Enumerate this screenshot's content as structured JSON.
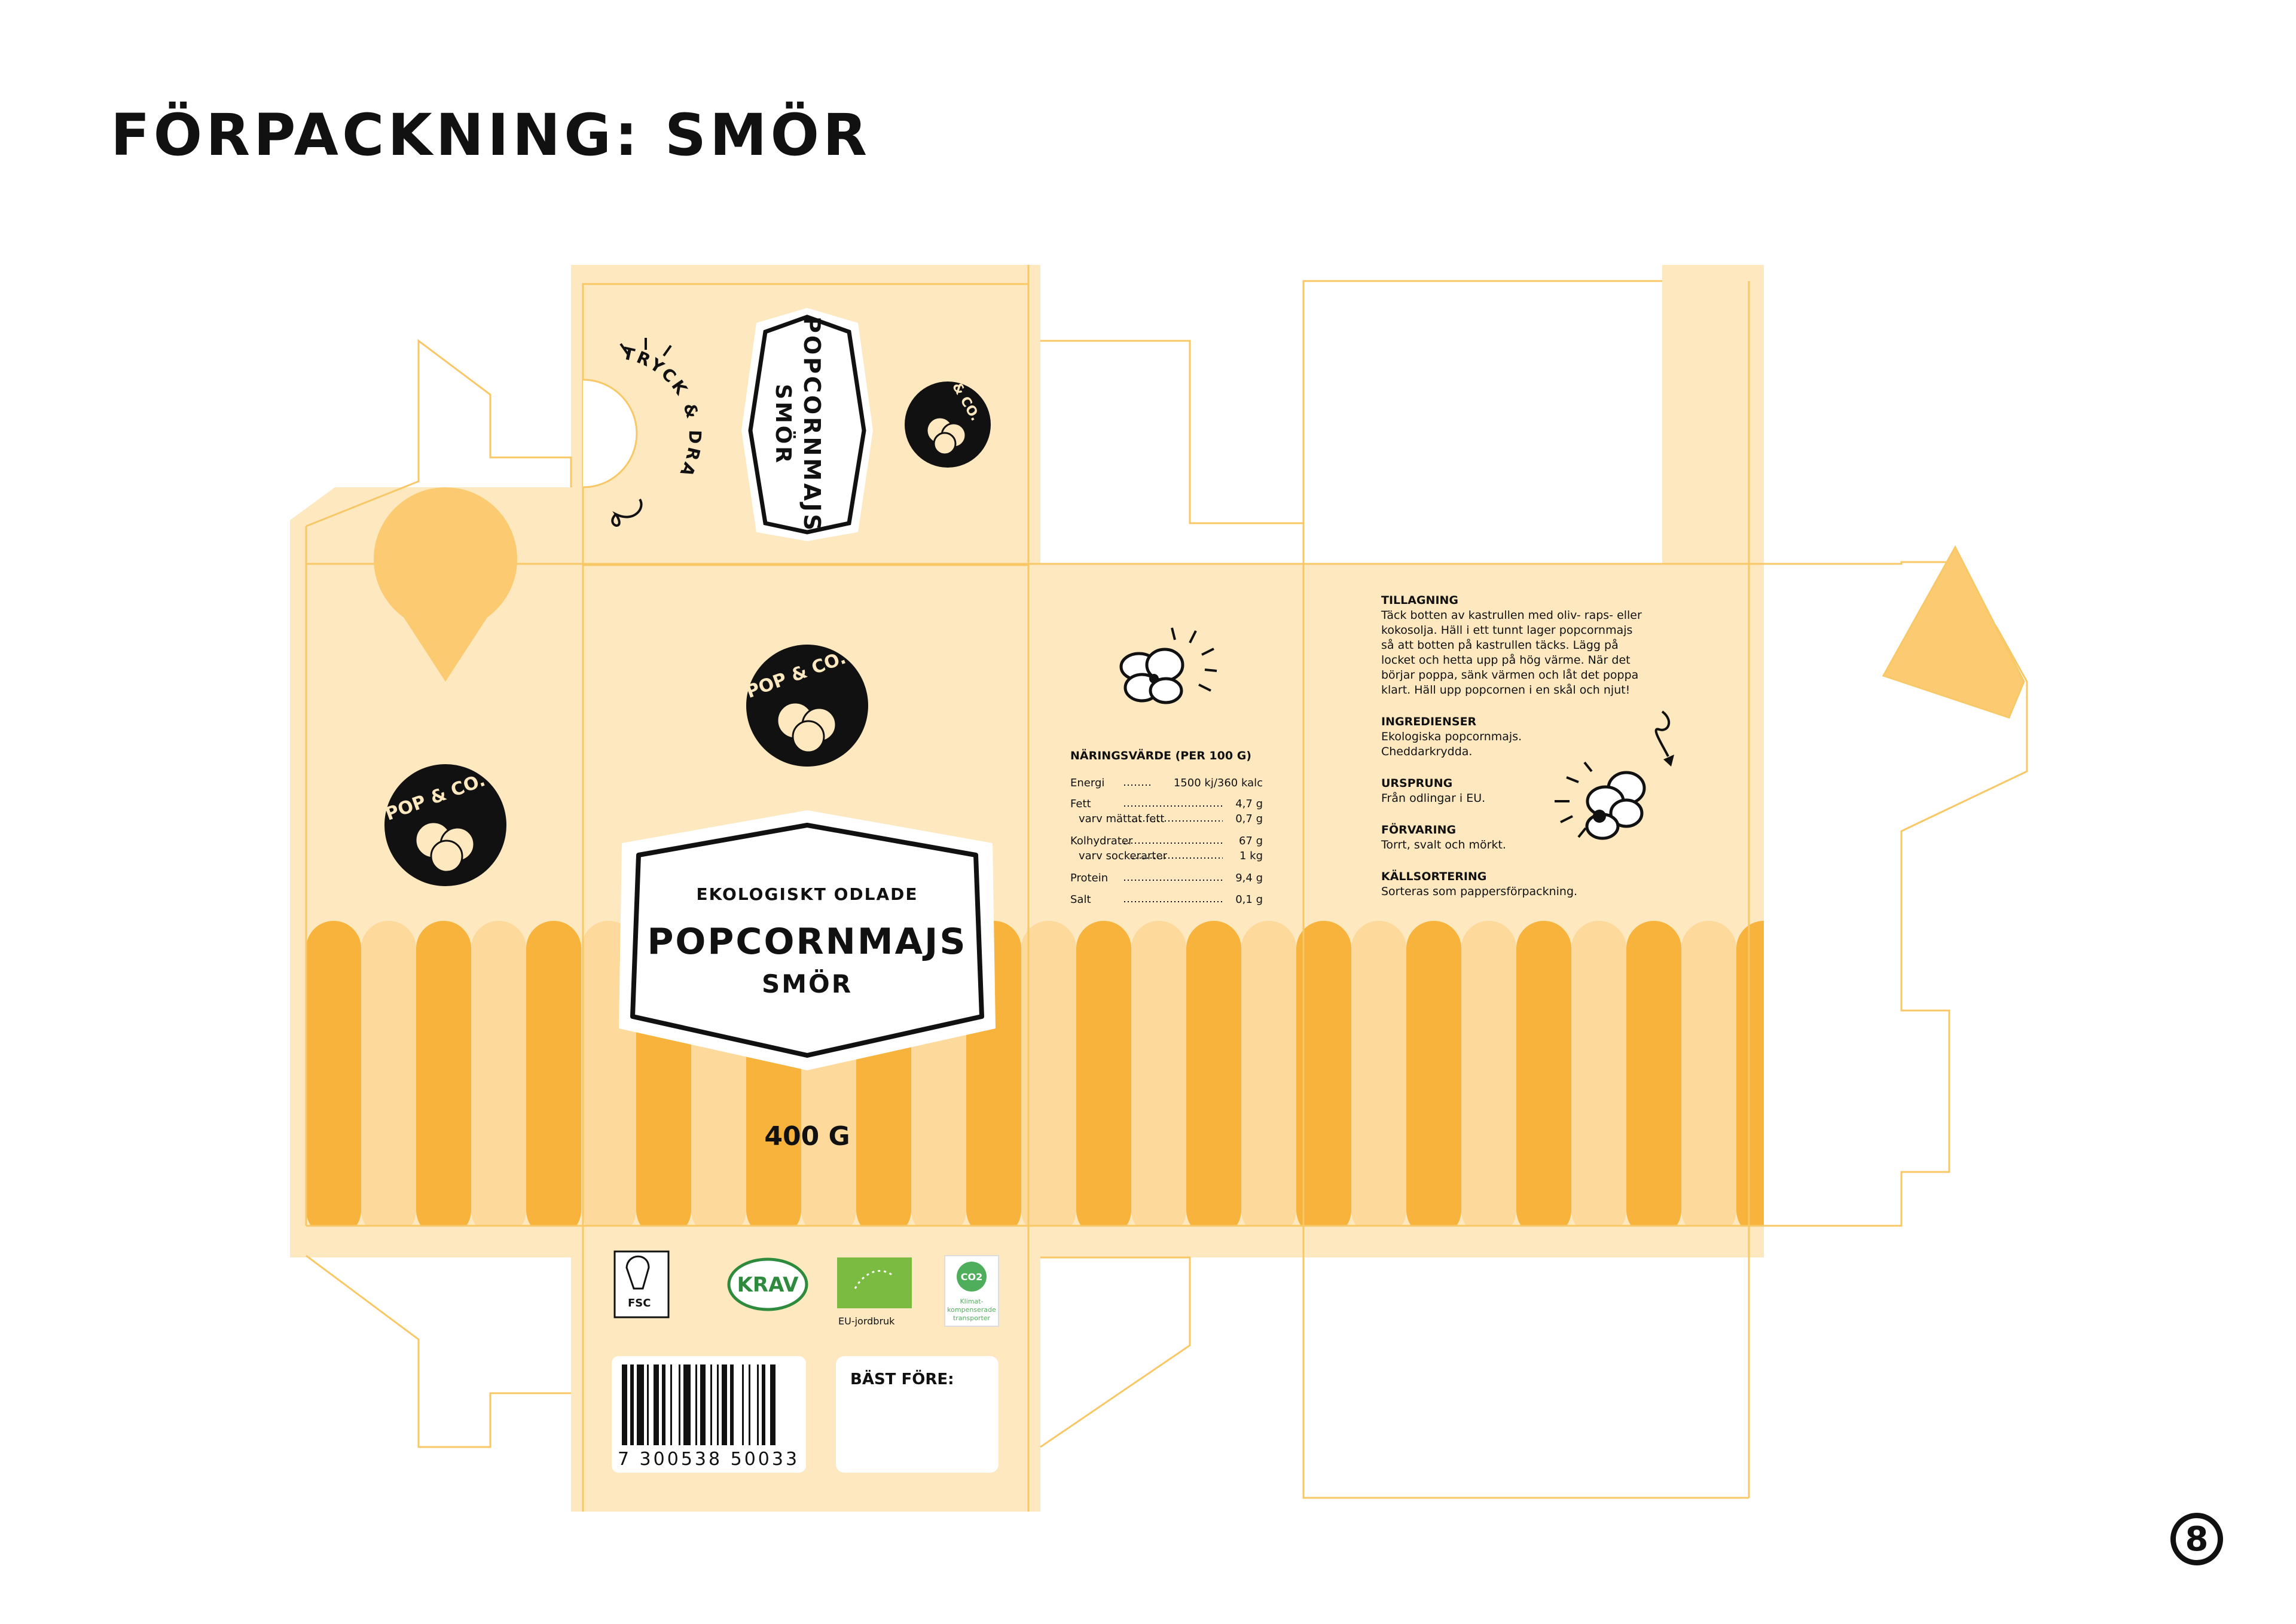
{
  "title": "FÖRPACKNING: SMÖR",
  "page_number": "8",
  "colors": {
    "panel": "#fde8bf",
    "stripe_dark": "#f7b33b",
    "stripe_mid": "#fccb71",
    "stripe_light": "#fdd99b",
    "outline": "#f8c766",
    "ink": "#111111"
  },
  "top_flap": {
    "product_line1": "POPCORNMAJS",
    "product_line2": "SMÖR",
    "tear_text": "TRYCK & DRA",
    "brand": "POP & CO."
  },
  "front": {
    "tagline": "EKOLOGISKT ODLADE",
    "product": "POPCORNMAJS",
    "flavor": "SMÖR",
    "weight": "400 G",
    "brand": "POP & CO."
  },
  "side_left": {
    "brand": "POP & CO."
  },
  "nutrition": {
    "heading": "NÄRINGSVÄRDE (PER 100 G)",
    "rows": [
      {
        "label": "Energi",
        "value": "1500 kj/360 kalc"
      },
      {
        "label": "Fett",
        "value": "4,7 g"
      },
      {
        "label": "varv mättat fett",
        "value": "0,7 g"
      },
      {
        "label": "Kolhydrater",
        "value": "67 g"
      },
      {
        "label": "varv sockerarter",
        "value": "1 kg"
      },
      {
        "label": "Protein",
        "value": "9,4 g"
      },
      {
        "label": "Salt",
        "value": "0,1 g"
      }
    ]
  },
  "info": [
    {
      "heading": "TILLAGNING",
      "lines": [
        "Täck botten av kastrullen med oliv- raps- eller",
        "kokosolja. Häll i ett tunnt lager popcornmajs",
        "så att botten på kastrullen täcks. Lägg på",
        "locket och hetta upp på hög värme. När det",
        "börjar poppa, sänk värmen och låt det poppa",
        "klart. Häll upp popcornen i en skål och njut!"
      ]
    },
    {
      "heading": "INGREDIENSER",
      "lines": [
        "Ekologiska popcornmajs.",
        "Cheddarkrydda."
      ]
    },
    {
      "heading": "URSPRUNG",
      "lines": [
        "Från odlingar i EU."
      ]
    },
    {
      "heading": "FÖRVARING",
      "lines": [
        "Torrt, svalt och mörkt."
      ]
    },
    {
      "heading": "KÄLLSORTERING",
      "lines": [
        "Sorteras som pappersförpackning."
      ]
    }
  ],
  "bottom_flap": {
    "best_before": "BÄST FÖRE:",
    "barcode": "7 300538 50033",
    "certs": {
      "fsc": "FSC",
      "krav": "KRAV",
      "eu": "EU-jordbruk",
      "climate_label": "CO2",
      "climate_text1": "Klimat-",
      "climate_text2": "kompenserade",
      "climate_text3": "transporter"
    }
  }
}
